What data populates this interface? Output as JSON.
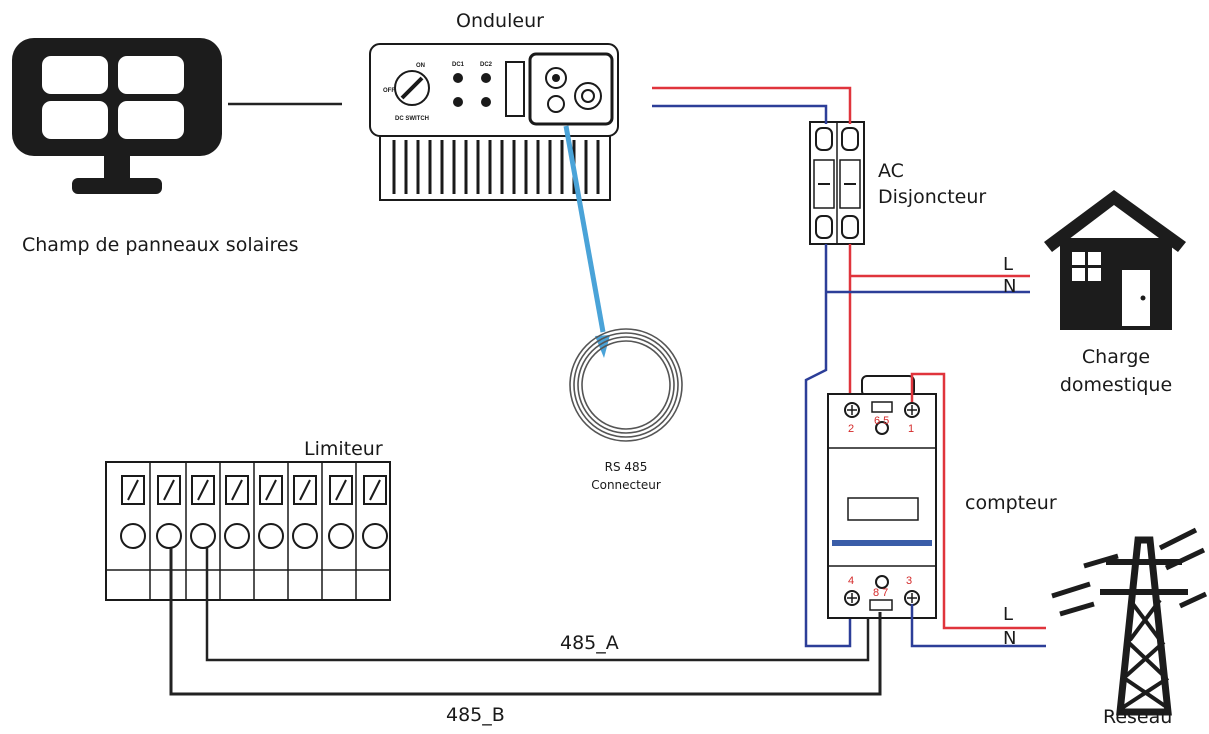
{
  "labels": {
    "solar": "Champ de panneaux solaires",
    "inverter": "Onduleur",
    "breaker_line1": "AC",
    "breaker_line2": "Disjoncteur",
    "house_line1": "Charge",
    "house_line2": "domestique",
    "connector_line1": "RS 485",
    "connector_line2": "Connecteur",
    "limiter": "Limiteur",
    "meter": "compteur",
    "grid": "Réseau",
    "wire_a": "485_A",
    "wire_b": "485_B",
    "house_L": "L",
    "house_N": "N",
    "grid_L": "L",
    "grid_N": "N"
  },
  "inverter_panel": {
    "switch_on": "ON",
    "switch_off": "OFF",
    "switch_label": "DC SWITCH",
    "dc1": "DC1",
    "dc2": "DC2"
  },
  "meter_terminals": {
    "t2": "2",
    "t65": "6 5",
    "t1": "1",
    "t4": "4",
    "t87": "8 7",
    "t3": "3"
  },
  "colors": {
    "live": "#e0343c",
    "neutral": "#2c3e98",
    "signal": "#222222",
    "arrow": "#4aa3d8",
    "icon": "#1c1c1c"
  }
}
